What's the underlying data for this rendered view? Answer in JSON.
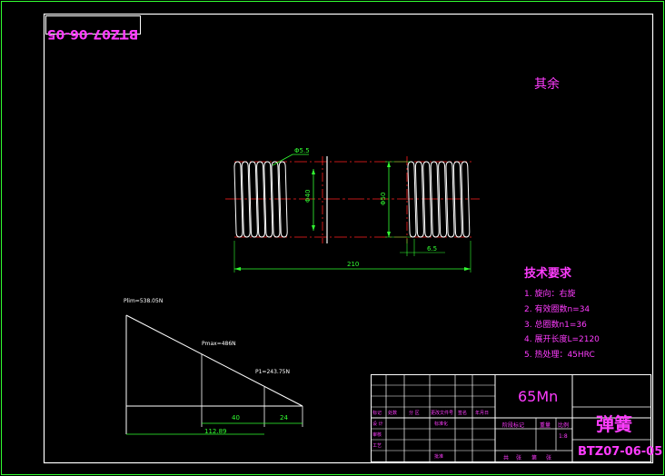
{
  "drawing_number_mirrored": "BTZ07-06-05",
  "roughness_note": "其余",
  "dimensions": {
    "wire_diameter": "Φ5.5",
    "inner_diameter": "Φ40",
    "outer_diameter": "Φ50",
    "pitch": "6.5",
    "free_length": "210"
  },
  "tech_requirements": {
    "title": "技术要求",
    "items": [
      "1. 旋向：右旋",
      "2. 有效圈数n=34",
      "3. 总圈数n1=36",
      "4. 展开长度L=2120",
      "5. 热处理：45HRC"
    ]
  },
  "force_diagram": {
    "labels": {
      "f_lim": "Plim=538.05N",
      "f_max": "Pmax=486N",
      "f_1": "P1=243.75N"
    },
    "dims": [
      "112.89",
      "40",
      "24"
    ]
  },
  "title_block": {
    "material": "65Mn",
    "part_name": "弹簧",
    "drawing_number": "BTZ07-06-05",
    "scale": "1:8",
    "header_cells": [
      "标记",
      "处数",
      "分 区",
      "更改文件号",
      "签名",
      "年月日"
    ],
    "row_labels": [
      "设 计",
      "标准化",
      "审核",
      "工艺",
      "批准"
    ],
    "stage_labels": [
      "阶段标记",
      "重量",
      "比例"
    ],
    "bottom_labels": [
      "共",
      "张",
      "第",
      "张"
    ]
  },
  "colors": {
    "green": "#32ff32",
    "magenta": "#ff3cff",
    "red": "#ff2020",
    "white": "#ffffff"
  }
}
